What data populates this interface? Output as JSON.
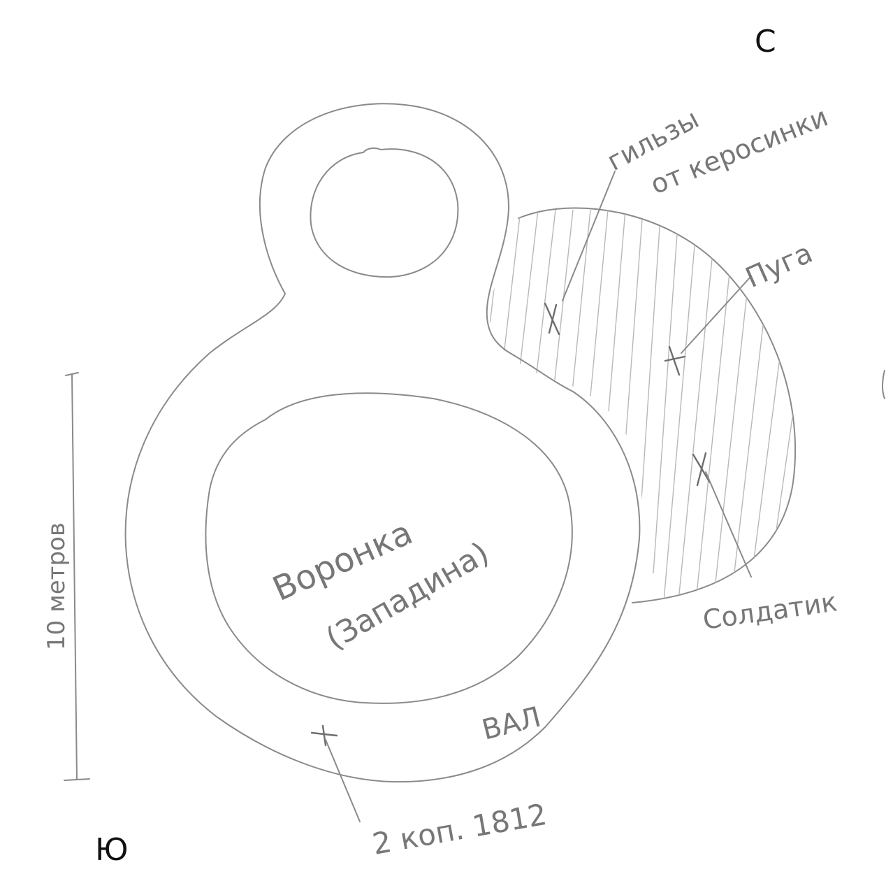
{
  "compass": {
    "north": "С",
    "south": "Ю"
  },
  "scale_bar": {
    "label": "10 метров"
  },
  "zones": {
    "crater": {
      "line1": "Воронка",
      "line2": "(Западина)"
    },
    "rampart": "ВАЛ"
  },
  "finds": [
    {
      "id": "find-coin",
      "label": "2 коп. 1812"
    },
    {
      "id": "find-musket-balls",
      "line1": "гильзы",
      "line2": "от керосинки"
    },
    {
      "id": "find-button",
      "label": "Пуга"
    },
    {
      "id": "find-soldier",
      "label": "Солдатик"
    }
  ],
  "colors": {
    "pencil": "#8a8a8a",
    "hatch": "#b8b8b8",
    "ink": "#111111"
  }
}
